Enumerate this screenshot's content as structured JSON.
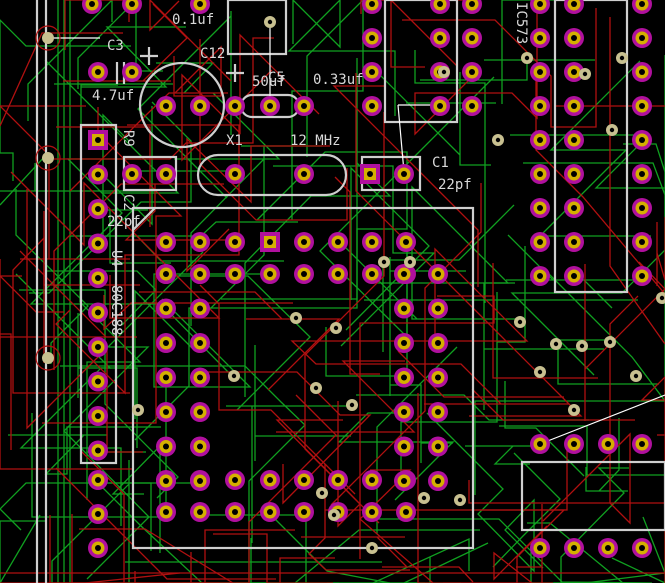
{
  "view": "pcb-layout",
  "colors": {
    "background": "#000000",
    "silkscreen": "#cfcfcf",
    "copper_front": "#b01010",
    "copper_back": "#10a020",
    "pad_ring": "#b0109e",
    "pad_fill": "#d4b000",
    "via_fill": "#c8c090",
    "airwire": "#ffffff"
  },
  "labels": {
    "c3": "C3",
    "c3_value": "4.7uf",
    "c12": "C12",
    "c_top_value": "0.1uf",
    "c5": "C5",
    "c5_value": "50uf",
    "c_cap_value": "0.33uf",
    "x1": "X1",
    "x1_value": "12 MHz",
    "c1": "C1",
    "c1_value": "22pf",
    "r9": "R9",
    "c2": "C2",
    "c2_value": "22pf",
    "u4": "U4",
    "u4_value": "80C188",
    "ic_ref": "IC573"
  }
}
